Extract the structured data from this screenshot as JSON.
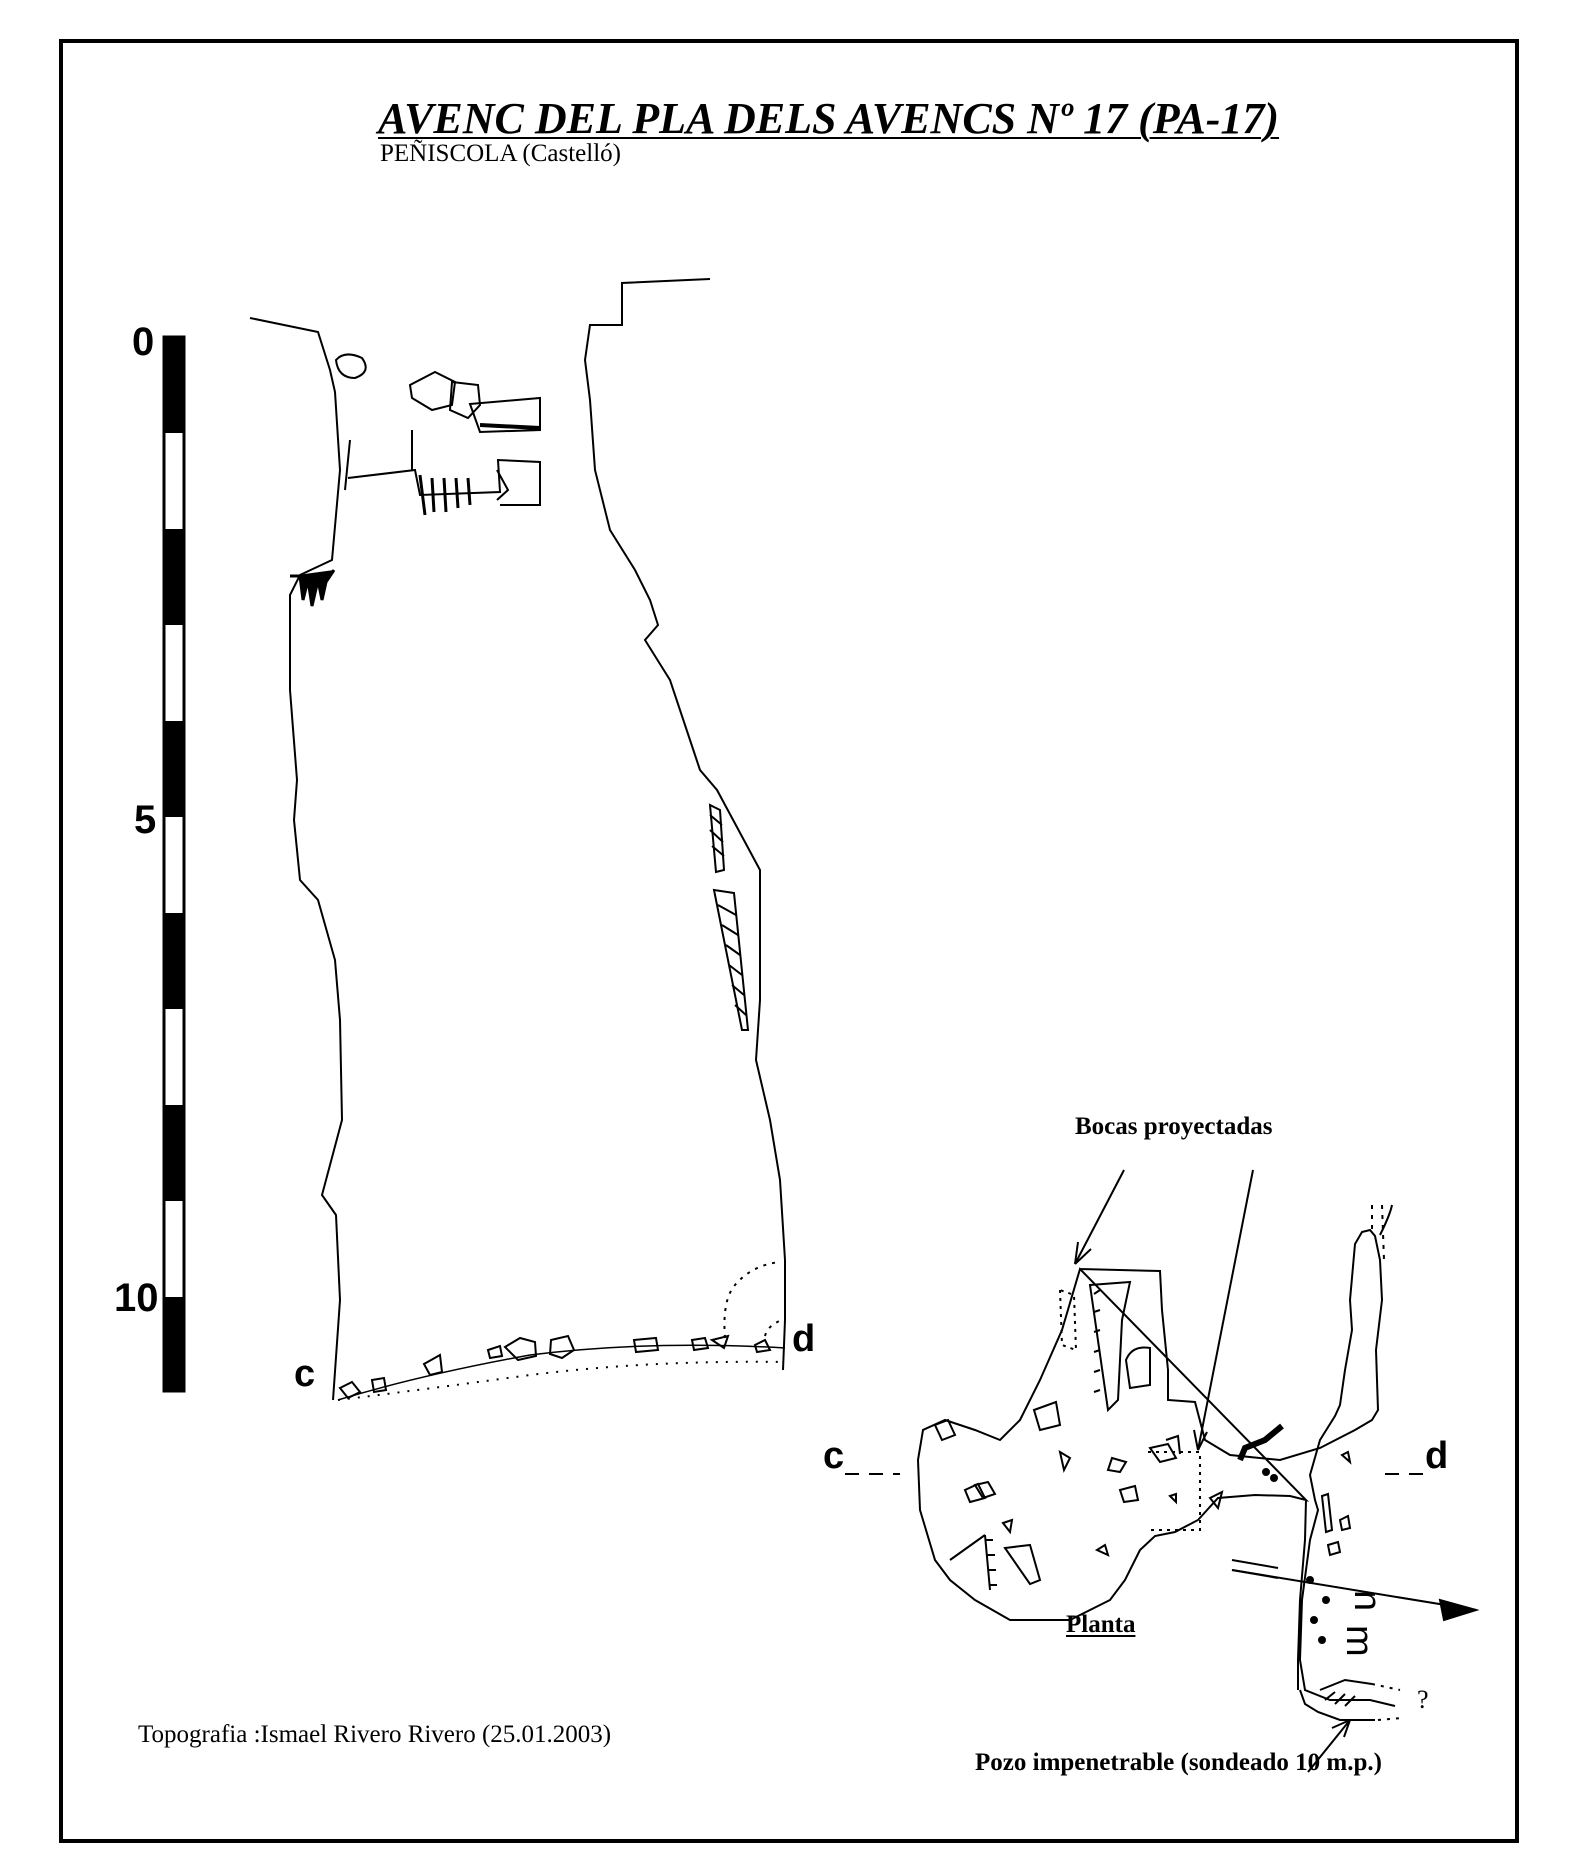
{
  "title": "AVENC DEL PLA DELS AVENCS Nº 17 (PA-17)",
  "subtitle": "PEÑISCOLA  (Castelló)",
  "scale": {
    "labels": [
      "0",
      "5",
      "10"
    ],
    "unit_segments": 11
  },
  "section": {
    "start_label": "c",
    "end_label": "d"
  },
  "plan": {
    "view_label": "Planta",
    "start_label": "c",
    "end_label": "d",
    "north_labels": [
      "n",
      "m"
    ],
    "unknown_mark": "?"
  },
  "annotations": {
    "entrances": "Bocas proyectadas",
    "shaft": "Pozo impenetrable (sondeado 10 m.p.)"
  },
  "credit": "Topografia :Ismael Rivero Rivero (25.01.2003)"
}
